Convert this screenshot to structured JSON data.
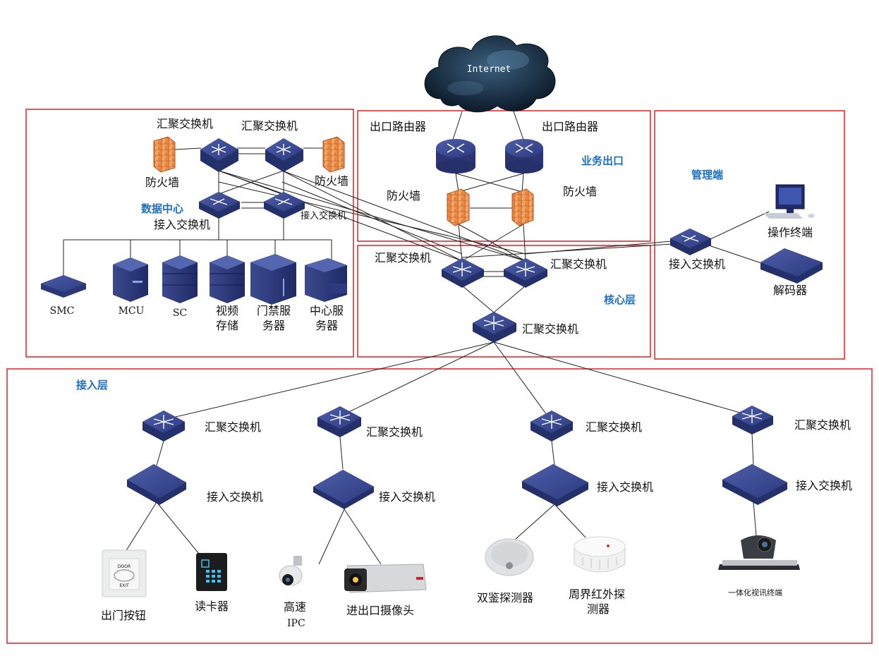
{
  "internet": {
    "label": "Internet"
  },
  "sections": {
    "datacenter": "数据中心",
    "egress": "业务出口",
    "core": "核心层",
    "management": "管理端",
    "access": "接入层"
  },
  "datacenter": {
    "agg1": "汇聚交换机",
    "agg2": "汇聚交换机",
    "fw1": "防火墙",
    "fw2": "防火墙",
    "access_sw1": "接入交换机",
    "access_sw2": "接入交换机",
    "servers": [
      {
        "line1": "SMC",
        "line2": ""
      },
      {
        "line1": "MCU",
        "line2": ""
      },
      {
        "line1": "SC",
        "line2": ""
      },
      {
        "line1": "视频",
        "line2": "存储"
      },
      {
        "line1": "门禁服",
        "line2": "务器"
      },
      {
        "line1": "中心服",
        "line2": "务器"
      }
    ]
  },
  "egress": {
    "router1": "出口路由器",
    "router2": "出口路由器",
    "fw1": "防火墙",
    "fw2": "防火墙"
  },
  "core": {
    "sw1": "汇聚交换机",
    "sw2": "汇聚交换机",
    "sw3": "汇聚交换机"
  },
  "management": {
    "switch": "接入交换机",
    "terminal": "操作终端",
    "decoder": "解码器"
  },
  "access": {
    "groups": [
      {
        "agg": "汇聚交换机",
        "acc": "接入交换机",
        "dev1": "出门按钮",
        "dev2": "读卡器"
      },
      {
        "agg": "汇聚交换机",
        "acc": "接入交换机",
        "dev1a": "高速",
        "dev1b": "IPC",
        "dev2": "进出口摄像头"
      },
      {
        "agg": "汇聚交换机",
        "acc": "接入交换机",
        "dev1": "双鉴探测器",
        "dev2a": "周界红外探",
        "dev2b": "测器"
      },
      {
        "agg": "汇聚交换机",
        "acc": "接入交换机",
        "dev1": "一体化视讯终端"
      }
    ]
  },
  "device_labels": {
    "door_top": "DOOR",
    "door_bottom": "EXIT"
  }
}
